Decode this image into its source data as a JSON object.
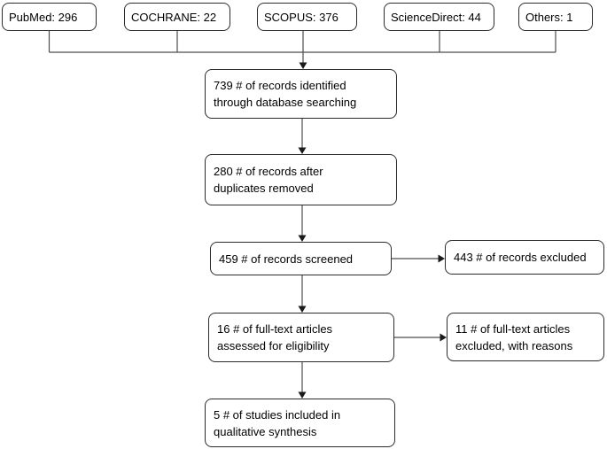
{
  "colors": {
    "background": "#ffffff",
    "box_border": "#2b2b2b",
    "text": "#000000",
    "connector": "#4d4d4d",
    "arrowhead": "#1a1a1a"
  },
  "flow": {
    "sources": [
      {
        "id": "pubmed",
        "label": "PubMed: 296"
      },
      {
        "id": "cochrane",
        "label": "COCHRANE: 22"
      },
      {
        "id": "scopus",
        "label": "SCOPUS: 376"
      },
      {
        "id": "sciencedirect",
        "label": "ScienceDirect: 44"
      },
      {
        "id": "others",
        "label": "Others: 1"
      }
    ],
    "nodes": [
      {
        "id": "records-identified",
        "lines": [
          "739 # of records identified",
          "through database searching"
        ]
      },
      {
        "id": "duplicates-removed",
        "lines": [
          "280 # of records after",
          "duplicates removed"
        ]
      },
      {
        "id": "records-screened",
        "lines": [
          "459 # of records screened"
        ]
      },
      {
        "id": "records-excluded",
        "lines": [
          "443 # of records excluded"
        ]
      },
      {
        "id": "fulltext-assessed",
        "lines": [
          "16 # of full-text articles",
          "assessed for eligibility"
        ]
      },
      {
        "id": "fulltext-excluded",
        "lines": [
          "11 # of full-text articles",
          "excluded, with reasons"
        ]
      },
      {
        "id": "studies-included",
        "lines": [
          "5 # of studies included in",
          "qualitative synthesis"
        ]
      }
    ]
  }
}
